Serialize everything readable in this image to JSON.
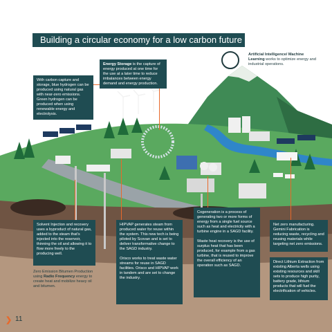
{
  "title": "Building a circular economy for a low carbon future",
  "page_number": "11",
  "colors": {
    "box_bg": "#1f4c52",
    "accent": "#e8692b",
    "sky": "#ffffff"
  },
  "callouts": {
    "hydrogen": {
      "text": "With carbon capture and storage, blue hydrogen can be produced using natural gas with near-zero emissions. Green hydrogen can be produced when using renewable energy and electrolysis."
    },
    "energy_storage": {
      "lead": "Energy Storage",
      "text": " is the capture of energy produced at one time for the use at a later time to reduce imbalances between energy demand and energy production."
    },
    "ai_ml": {
      "lead": "Artificial Intelligence/ Machine Learning",
      "text": " works to optimize energy and industrial operations."
    },
    "solvent": {
      "text": "Solvent Injection and recovery uses a byproduct of natural gas, added to the steam that's injected into the reservoir, thinning the oil and allowing it to flow more freely to the producing well."
    },
    "zero_emission": {
      "pre": "Zero Emission Bitumen Production using ",
      "lead": "Radio Frequency",
      "text": " energy to create heat and mobilize heavy oil and bitumen."
    },
    "hipvap": {
      "text": "HIPVAP generates steam from produced water for reuse within the system. This new tech is being piloted by Scovan and is set to deliver transformative change to the SAGD industry."
    },
    "orisco": {
      "text": "Orisco works to treat waste water streams for reuse in SAGD facilities. Orisco and HIPVAP work in tandem and are set to change the industry."
    },
    "cogeneration": {
      "text": "Cogeneration is a process of generating two or more forms of energy from a single fuel source such as heat and electricity with a turbine engine in a SAGD facility."
    },
    "waste_heat": {
      "text": "Waste heat recovery is the use of surplus heat that has been produced, for example from a gas turbine, that is reused to improve the overall efficiency of an operation such as SAGD."
    },
    "net_zero": {
      "text": "Net zero manufacturing. Gemini Fabrication is reducing waste, recycling and reusing materials while targeting net zero emissions."
    },
    "lithium": {
      "text": "Direct Lithium Extraction from existing Alberta wells using existing resources and skill sets to produce high purity, battery grade, lithium products that will fuel the electrification of vehicles."
    }
  }
}
